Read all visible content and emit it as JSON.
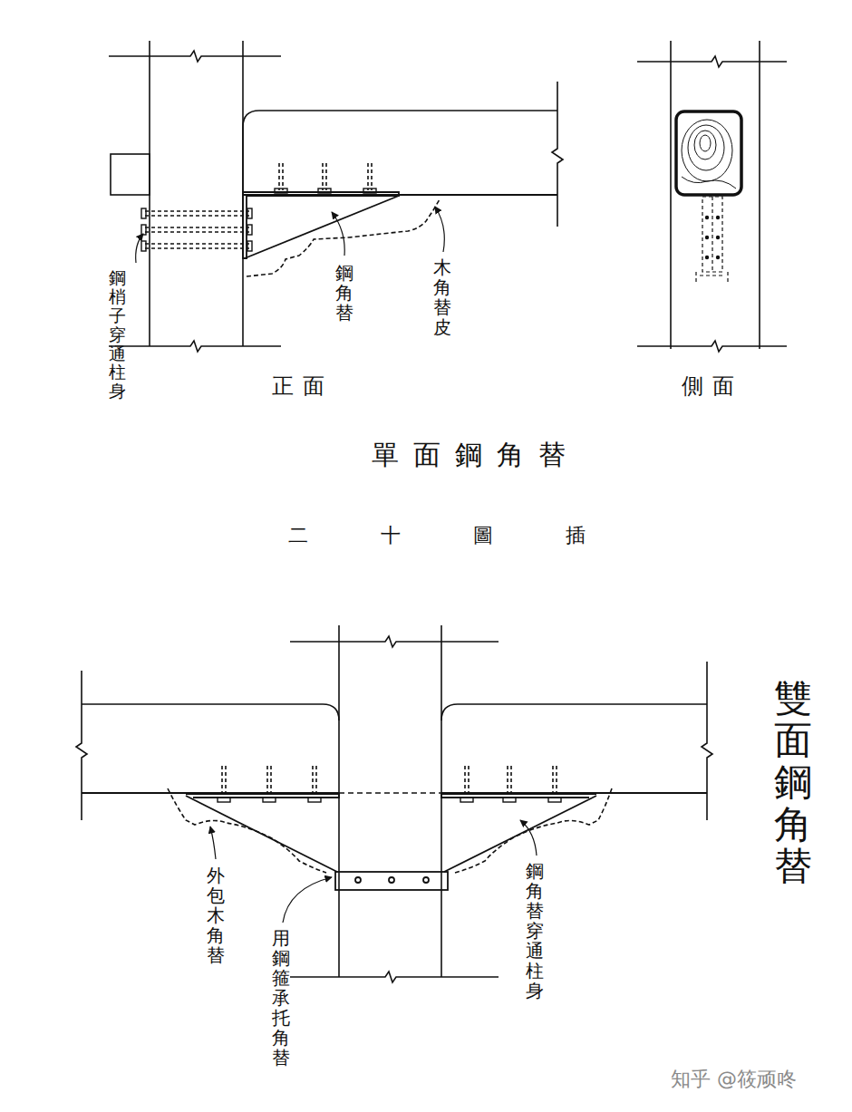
{
  "diagram": {
    "labels": [
      "鋼梢子穿通柱身",
      "鋼角替",
      "木角替皮",
      "正面",
      "側面",
      "單面鋼角替",
      "二十圖插",
      "雙面鋼角替",
      "外包木角替",
      "用鋼箍承托角替",
      "鋼角替穿通柱身",
      "知乎 @筱顽咚"
    ]
  }
}
